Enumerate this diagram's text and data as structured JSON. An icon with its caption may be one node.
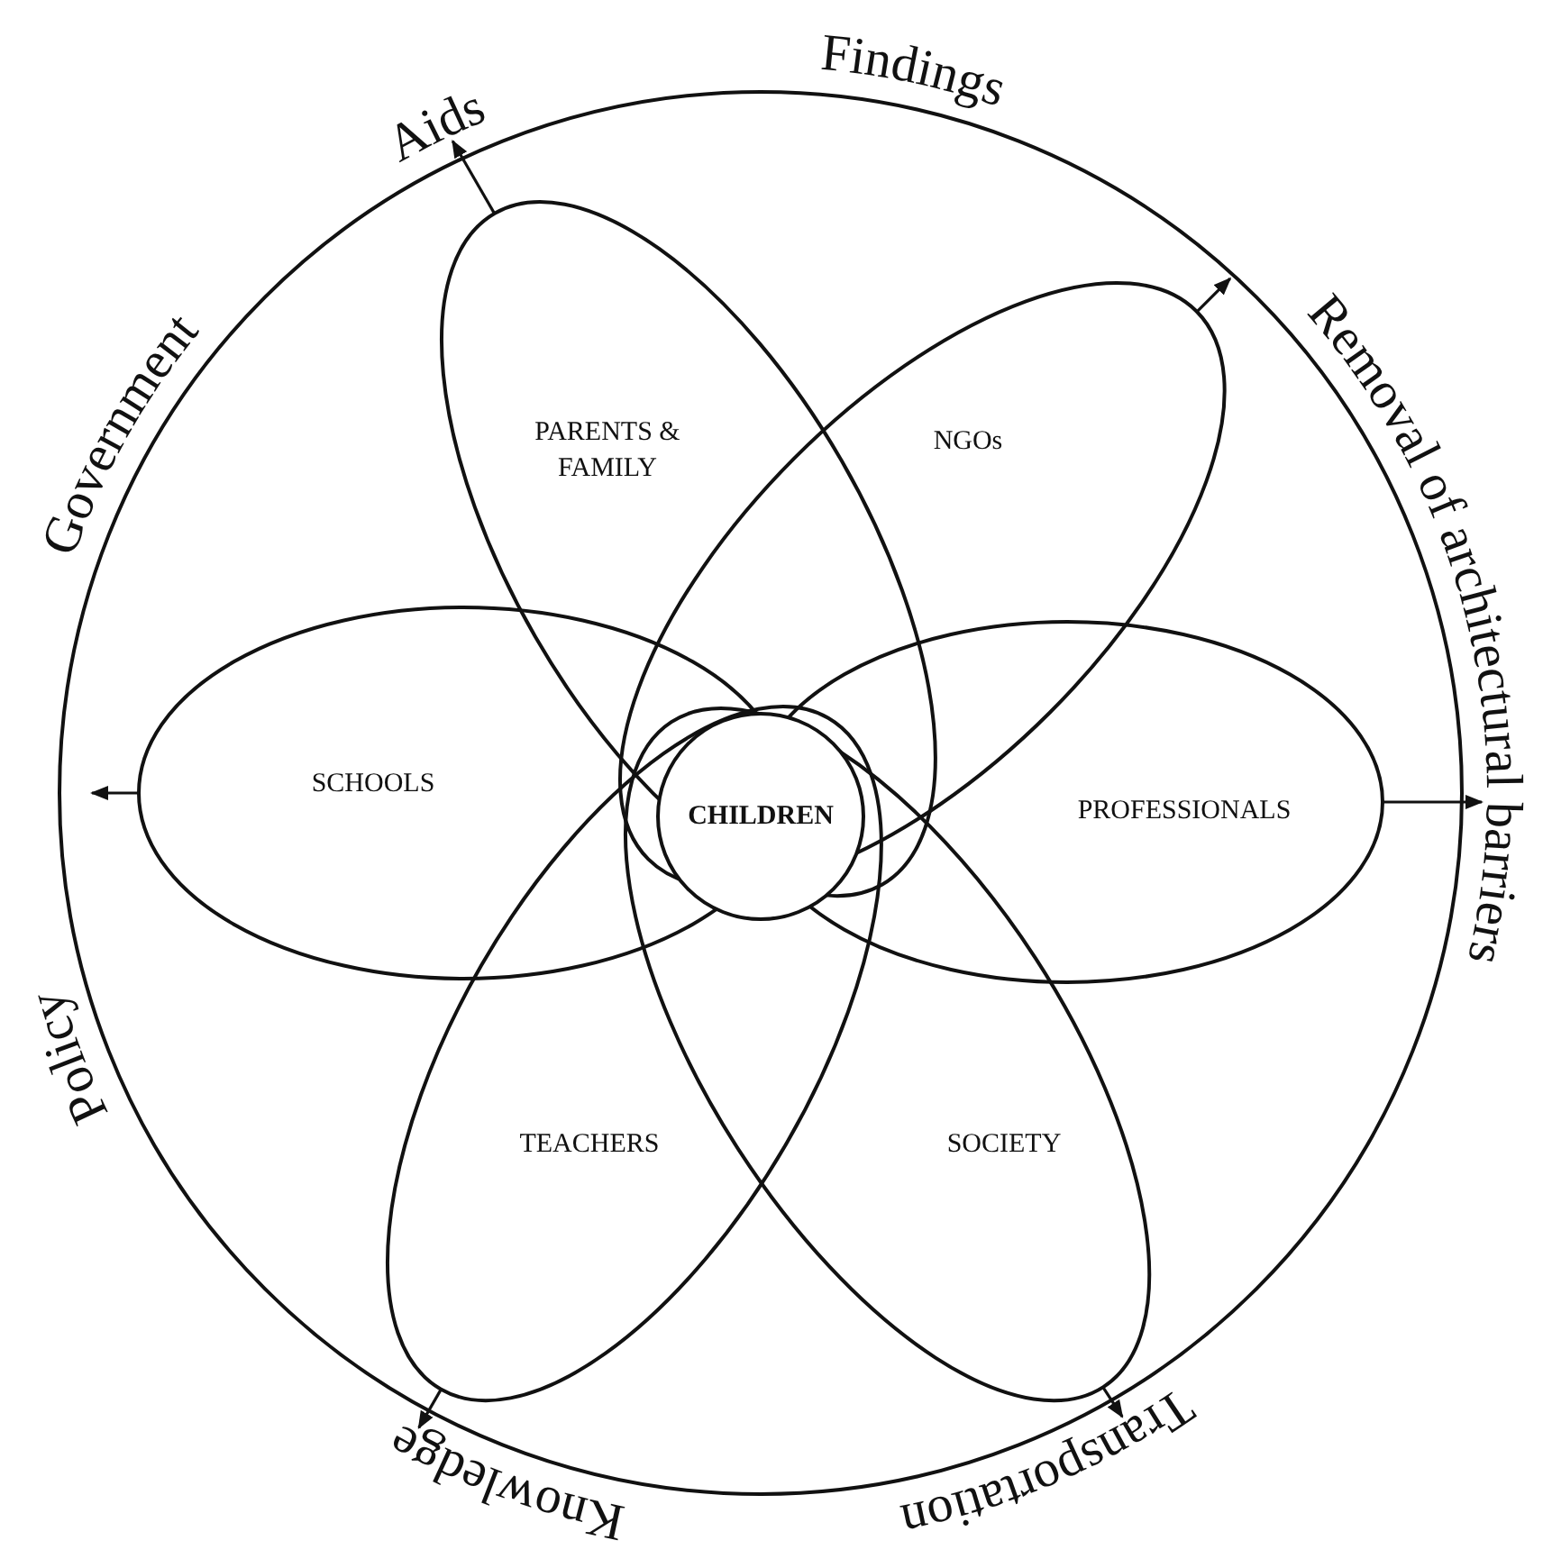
{
  "diagram": {
    "nodes": [
      {
        "text": [],
        "shape": "circle"
      },
      {
        "text": [
          "PARENTS & FAMILY"
        ],
        "in": 0
      },
      {
        "text": [
          "NGOs"
        ],
        "in": 0
      },
      {
        "text": [
          "SCHOOLS"
        ],
        "in": 0
      },
      {
        "text": [
          "CHILDREN"
        ]
      },
      {
        "text": [
          "PROFESSIONALS"
        ],
        "in": 0
      },
      {
        "text": [
          "TEACHERS"
        ],
        "in": 0
      },
      {
        "text": [
          "SOCIETY"
        ],
        "in": 0
      },
      {
        "text": [
          "Findings"
        ]
      },
      {
        "text": [
          "Aids"
        ]
      },
      {
        "text": [
          "Government"
        ]
      },
      {
        "text": [
          "Removal of architectural barriers"
        ]
      },
      {
        "text": [
          "Policy"
        ]
      },
      {
        "text": [
          "Transportation"
        ]
      },
      {
        "text": [
          "Knowledge"
        ]
      }
    ],
    "edges": [
      {
        "from": 1,
        "to": 9,
        "arrow": "to"
      },
      {
        "from": 2,
        "to": null,
        "arrow": "to"
      },
      {
        "from": 3,
        "to": null,
        "arrow": "to"
      },
      {
        "from": 5,
        "to": 11,
        "arrow": "to"
      },
      {
        "from": 6,
        "to": 14,
        "arrow": "to"
      },
      {
        "from": 7,
        "to": 13,
        "arrow": "to"
      }
    ]
  }
}
